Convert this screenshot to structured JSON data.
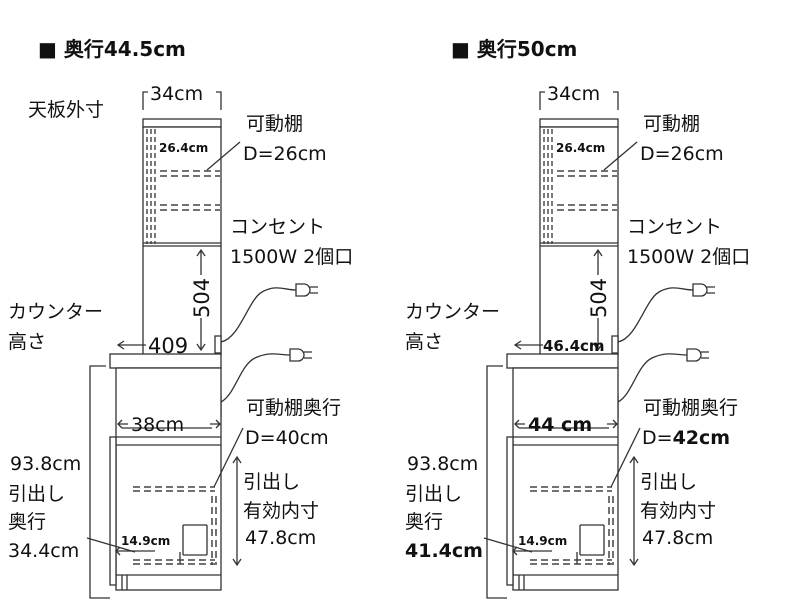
{
  "panels": [
    {
      "title": "■ 奥行44.5cm",
      "top_width": "34cm",
      "top_label": "天板外寸",
      "upper_shelf_depth": "26.4cm",
      "movable_shelf": "可動棚",
      "movable_shelf_d": "D=26cm",
      "outlet": "コンセント",
      "outlet_spec": "1500W 2個口",
      "gap_height": "504",
      "counter_label_1": "カウンター",
      "counter_label_2": "高さ",
      "counter_value": "409",
      "lower_inner_width": "38cm",
      "lower_shelf_label": "可動棚奥行",
      "lower_shelf_d_prefix": "D=",
      "lower_shelf_d_value": "40cm",
      "total_height": "93.8cm",
      "drawer_depth_label_1": "引出し",
      "drawer_depth_label_2": "奥行",
      "drawer_depth_value": "34.4cm",
      "drawer_small": "14.9cm",
      "drawer_inner_label_1": "引出し",
      "drawer_inner_label_2": "有効内寸",
      "drawer_inner_value": "47.8cm"
    },
    {
      "title": "■ 奥行50cm",
      "top_width": "34cm",
      "top_label": "",
      "upper_shelf_depth": "26.4cm",
      "movable_shelf": "可動棚",
      "movable_shelf_d": "D=26cm",
      "outlet": "コンセント",
      "outlet_spec": "1500W 2個口",
      "gap_height": "504",
      "counter_label_1": "カウンター",
      "counter_label_2": "高さ",
      "counter_value": "46.4cm",
      "lower_inner_width": "44 cm",
      "lower_shelf_label": "可動棚奥行",
      "lower_shelf_d_prefix": "D=",
      "lower_shelf_d_value": "42cm",
      "total_height": "93.8cm",
      "drawer_depth_label_1": "引出し",
      "drawer_depth_label_2": "奥行",
      "drawer_depth_value": "41.4cm",
      "drawer_small": "14.9cm",
      "drawer_inner_label_1": "引出し",
      "drawer_inner_label_2": "有効内寸",
      "drawer_inner_value": "47.8cm"
    }
  ]
}
